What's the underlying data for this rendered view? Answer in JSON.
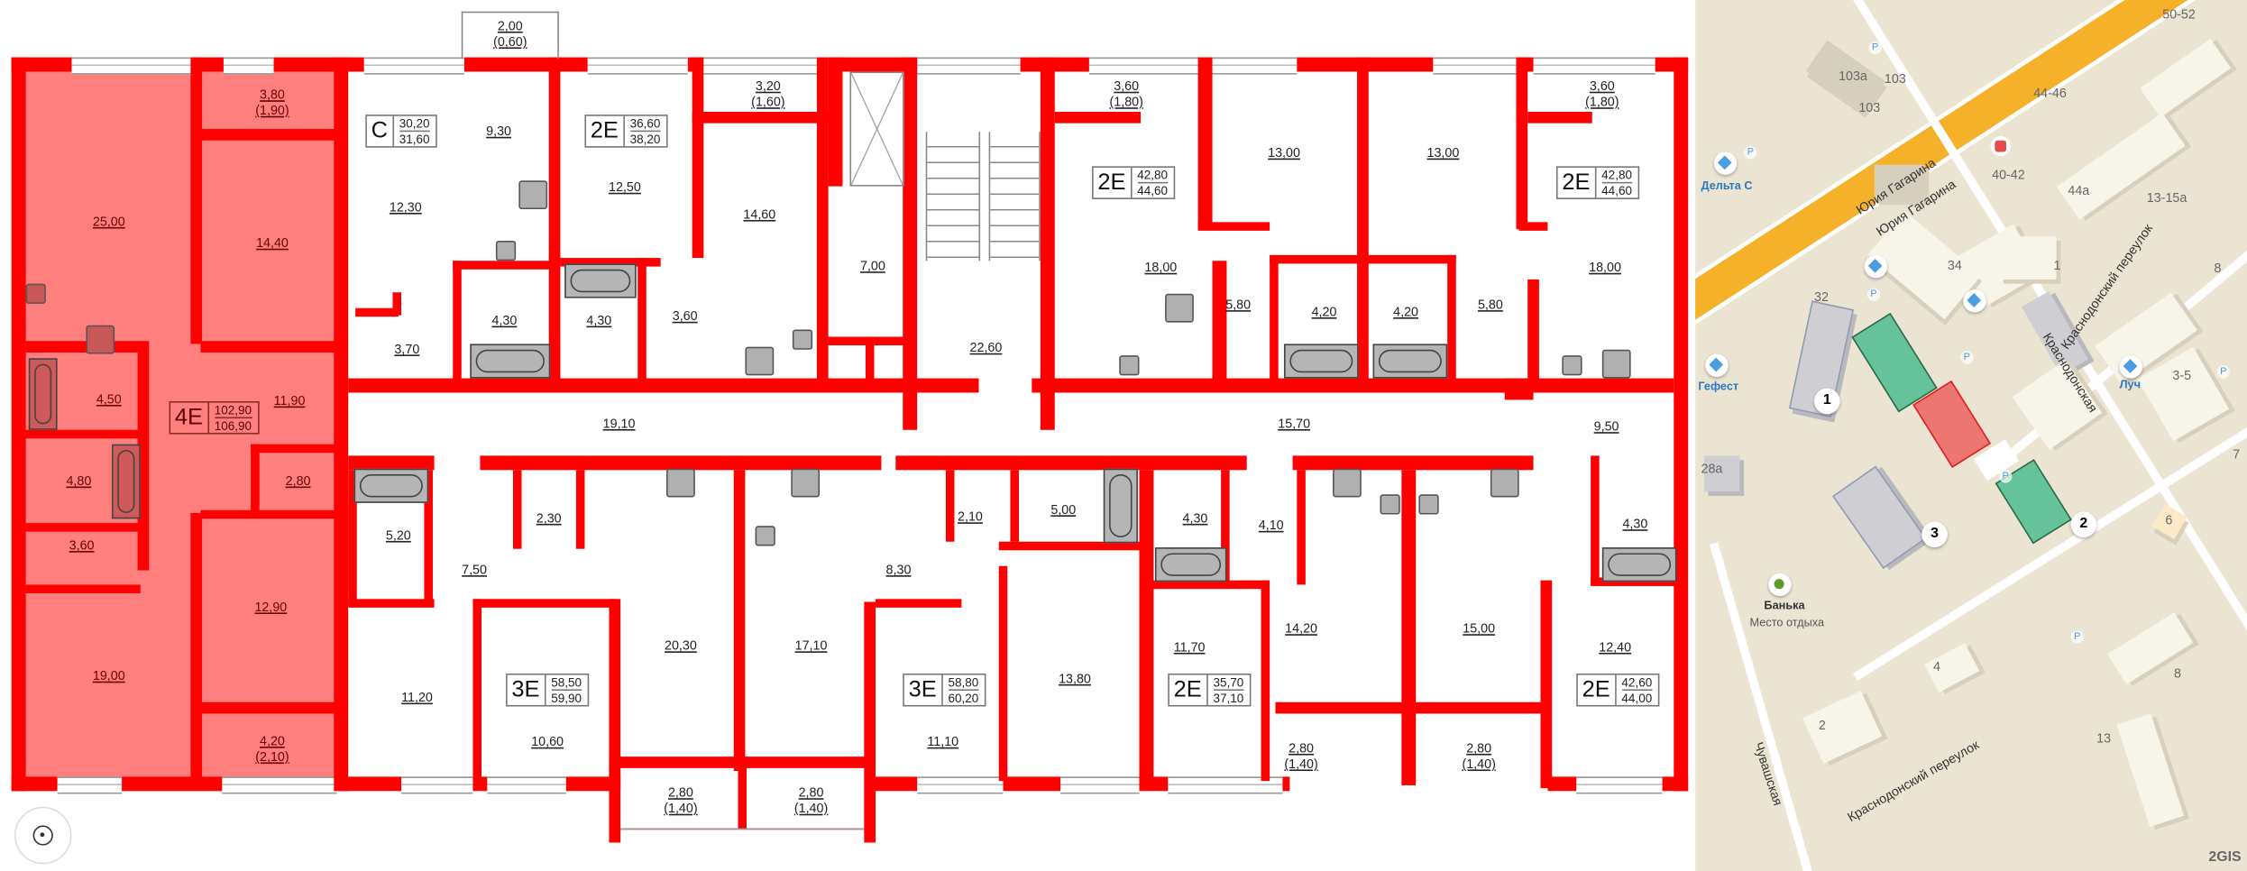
{
  "floor_plan": {
    "highlight_color": "#ff7a7a",
    "wall_color": "#ff0000",
    "apartments": [
      {
        "id": "apt-4e",
        "type": "4E",
        "area_living": "102,90",
        "area_total": "106,90",
        "highlighted": true
      },
      {
        "id": "apt-c",
        "type": "C",
        "area_living": "30,20",
        "area_total": "31,60"
      },
      {
        "id": "apt-2e-a",
        "type": "2E",
        "area_living": "36,60",
        "area_total": "38,20"
      },
      {
        "id": "apt-2e-b",
        "type": "2E",
        "area_living": "42,80",
        "area_total": "44,60"
      },
      {
        "id": "apt-2e-c",
        "type": "2E",
        "area_living": "42,80",
        "area_total": "44,60"
      },
      {
        "id": "apt-3e-a",
        "type": "3E",
        "area_living": "58,50",
        "area_total": "59,90"
      },
      {
        "id": "apt-3e-b",
        "type": "3E",
        "area_living": "58,80",
        "area_total": "60,20"
      },
      {
        "id": "apt-2e-d",
        "type": "2E",
        "area_living": "35,70",
        "area_total": "37,10"
      },
      {
        "id": "apt-2e-e",
        "type": "2E",
        "area_living": "42,60",
        "area_total": "44,00"
      }
    ],
    "rooms": {
      "r4e_balcony_top": {
        "area": "3,80",
        "sub": "(1,90)"
      },
      "r4e_kitchen": "25,00",
      "r4e_bed1": "14,40",
      "r4e_bath1": "4,50",
      "r4e_hall": "11,90",
      "r4e_bath2": "4,80",
      "r4e_storage": "2,80",
      "r4e_closet": "3,60",
      "r4e_bed2": "12,90",
      "r4e_living": "19,00",
      "r4e_balcony_bot": {
        "area": "4,20",
        "sub": "(2,10)"
      },
      "c_balcony": {
        "area": "2,00",
        "sub": "(0,60)"
      },
      "c_kitchen": "9,30",
      "c_room": "12,30",
      "c_bath": "4,30",
      "c_hall": "3,70",
      "a2_room": "12,50",
      "a2_bath": "4,30",
      "a2_hall": "3,60",
      "a2_kitchen": "14,60",
      "a2_balcony": {
        "area": "3,20",
        "sub": "(1,60)"
      },
      "lift_hall": "7,00",
      "stair_hall": "22,60",
      "corridor_left": "19,10",
      "corridor_right": "15,70",
      "b2_balcony": {
        "area": "3,60",
        "sub": "(1,80)"
      },
      "b2_kitchen": "18,00",
      "b2_hall": "5,80",
      "b2_bath": "4,20",
      "b2_room": "13,00",
      "c2_room": "13,00",
      "c2_bath": "4,20",
      "c2_hall": "5,80",
      "c2_kitchen": "18,00",
      "c2_balcony": {
        "area": "3,60",
        "sub": "(1,80)"
      },
      "e2_hall": "9,50",
      "e2_bath": "4,30",
      "e2_room": "12,40",
      "a3_bath": "5,20",
      "a3_hall": "7,50",
      "a3_wc": "2,30",
      "a3_room1": "11,20",
      "a3_room2": "10,60",
      "a3_kitchen": "20,30",
      "a3_balcony": {
        "area": "2,80",
        "sub": "(1,40)"
      },
      "b3_kitchen": "17,10",
      "b3_balcony": {
        "area": "2,80",
        "sub": "(1,40)"
      },
      "b3_hall": "8,30",
      "b3_wc": "2,10",
      "b3_bath": "5,00",
      "b3_room1": "11,10",
      "b3_room2": "13,80",
      "d2_bath": "4,30",
      "d2_hall": "4,10",
      "d2_room": "11,70",
      "d2_kitchen": "14,20",
      "d2_balcony": {
        "area": "2,80",
        "sub": "(1,40)"
      },
      "x_kitchen": "15,00",
      "x_balcony": {
        "area": "2,80",
        "sub": "(1,40)"
      }
    }
  },
  "map": {
    "streets": [
      "Юрия Гагарина",
      "Юрия Гагарина",
      "Краснодонская",
      "Краснодонский переулок",
      "Краснодонский переулок",
      "Чувашская"
    ],
    "buildings": [
      "103а",
      "103",
      "103",
      "50-52",
      "44-46",
      "40-42",
      "44а",
      "13-15а",
      "34",
      "32",
      "1",
      "8",
      "3-5",
      "7",
      "28а",
      "6",
      "4",
      "2",
      "8",
      "13"
    ],
    "pois": [
      {
        "name": "Дельта С"
      },
      {
        "name": "Гефест"
      },
      {
        "name": "Луч"
      },
      {
        "name": "Банька",
        "category": "Место отдыха"
      }
    ],
    "markers": [
      "1",
      "2",
      "3"
    ],
    "parking_label": "P",
    "attribution": "2GIS"
  }
}
